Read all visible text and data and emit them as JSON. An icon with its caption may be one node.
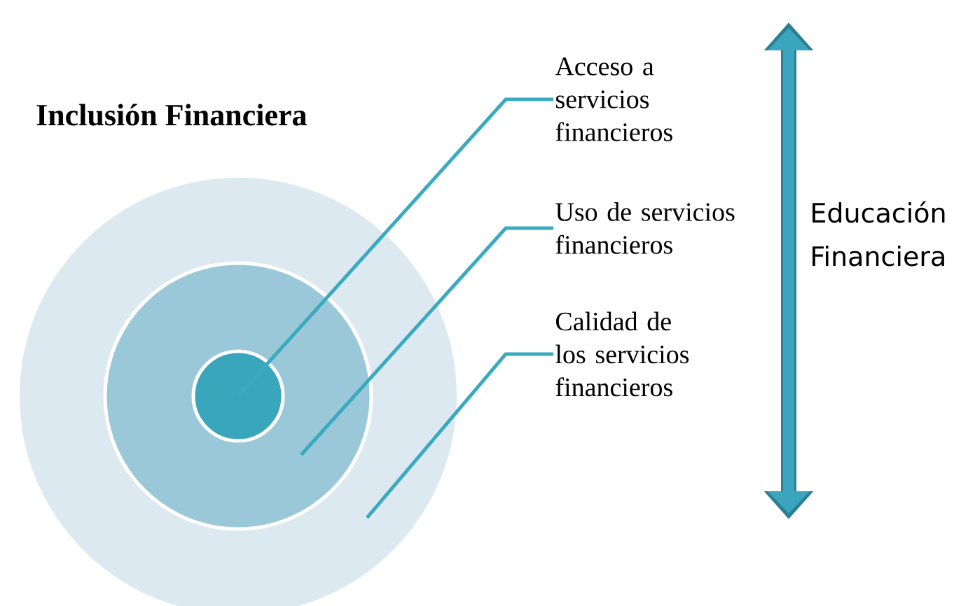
{
  "diagram": {
    "title": "Inclusión Financiera",
    "nodes": [
      {
        "text": [],
        "shape": "circle"
      },
      {
        "text": [],
        "shape": "circle",
        "in": 0
      },
      {
        "text": [],
        "shape": "circle",
        "in": 1
      },
      {
        "text": [
          "Acceso a servicios financieros"
        ]
      },
      {
        "text": [
          "Uso de servicios financieros"
        ]
      },
      {
        "text": [
          "Calidad de los servicios financieros"
        ]
      }
    ],
    "edges": [
      {
        "from": 3,
        "to": 2,
        "arrow": "none"
      },
      {
        "from": 4,
        "to": 1,
        "arrow": "none"
      },
      {
        "from": 5,
        "to": 0,
        "arrow": "none"
      }
    ],
    "labels": [
      "Educación Financiera"
    ]
  }
}
